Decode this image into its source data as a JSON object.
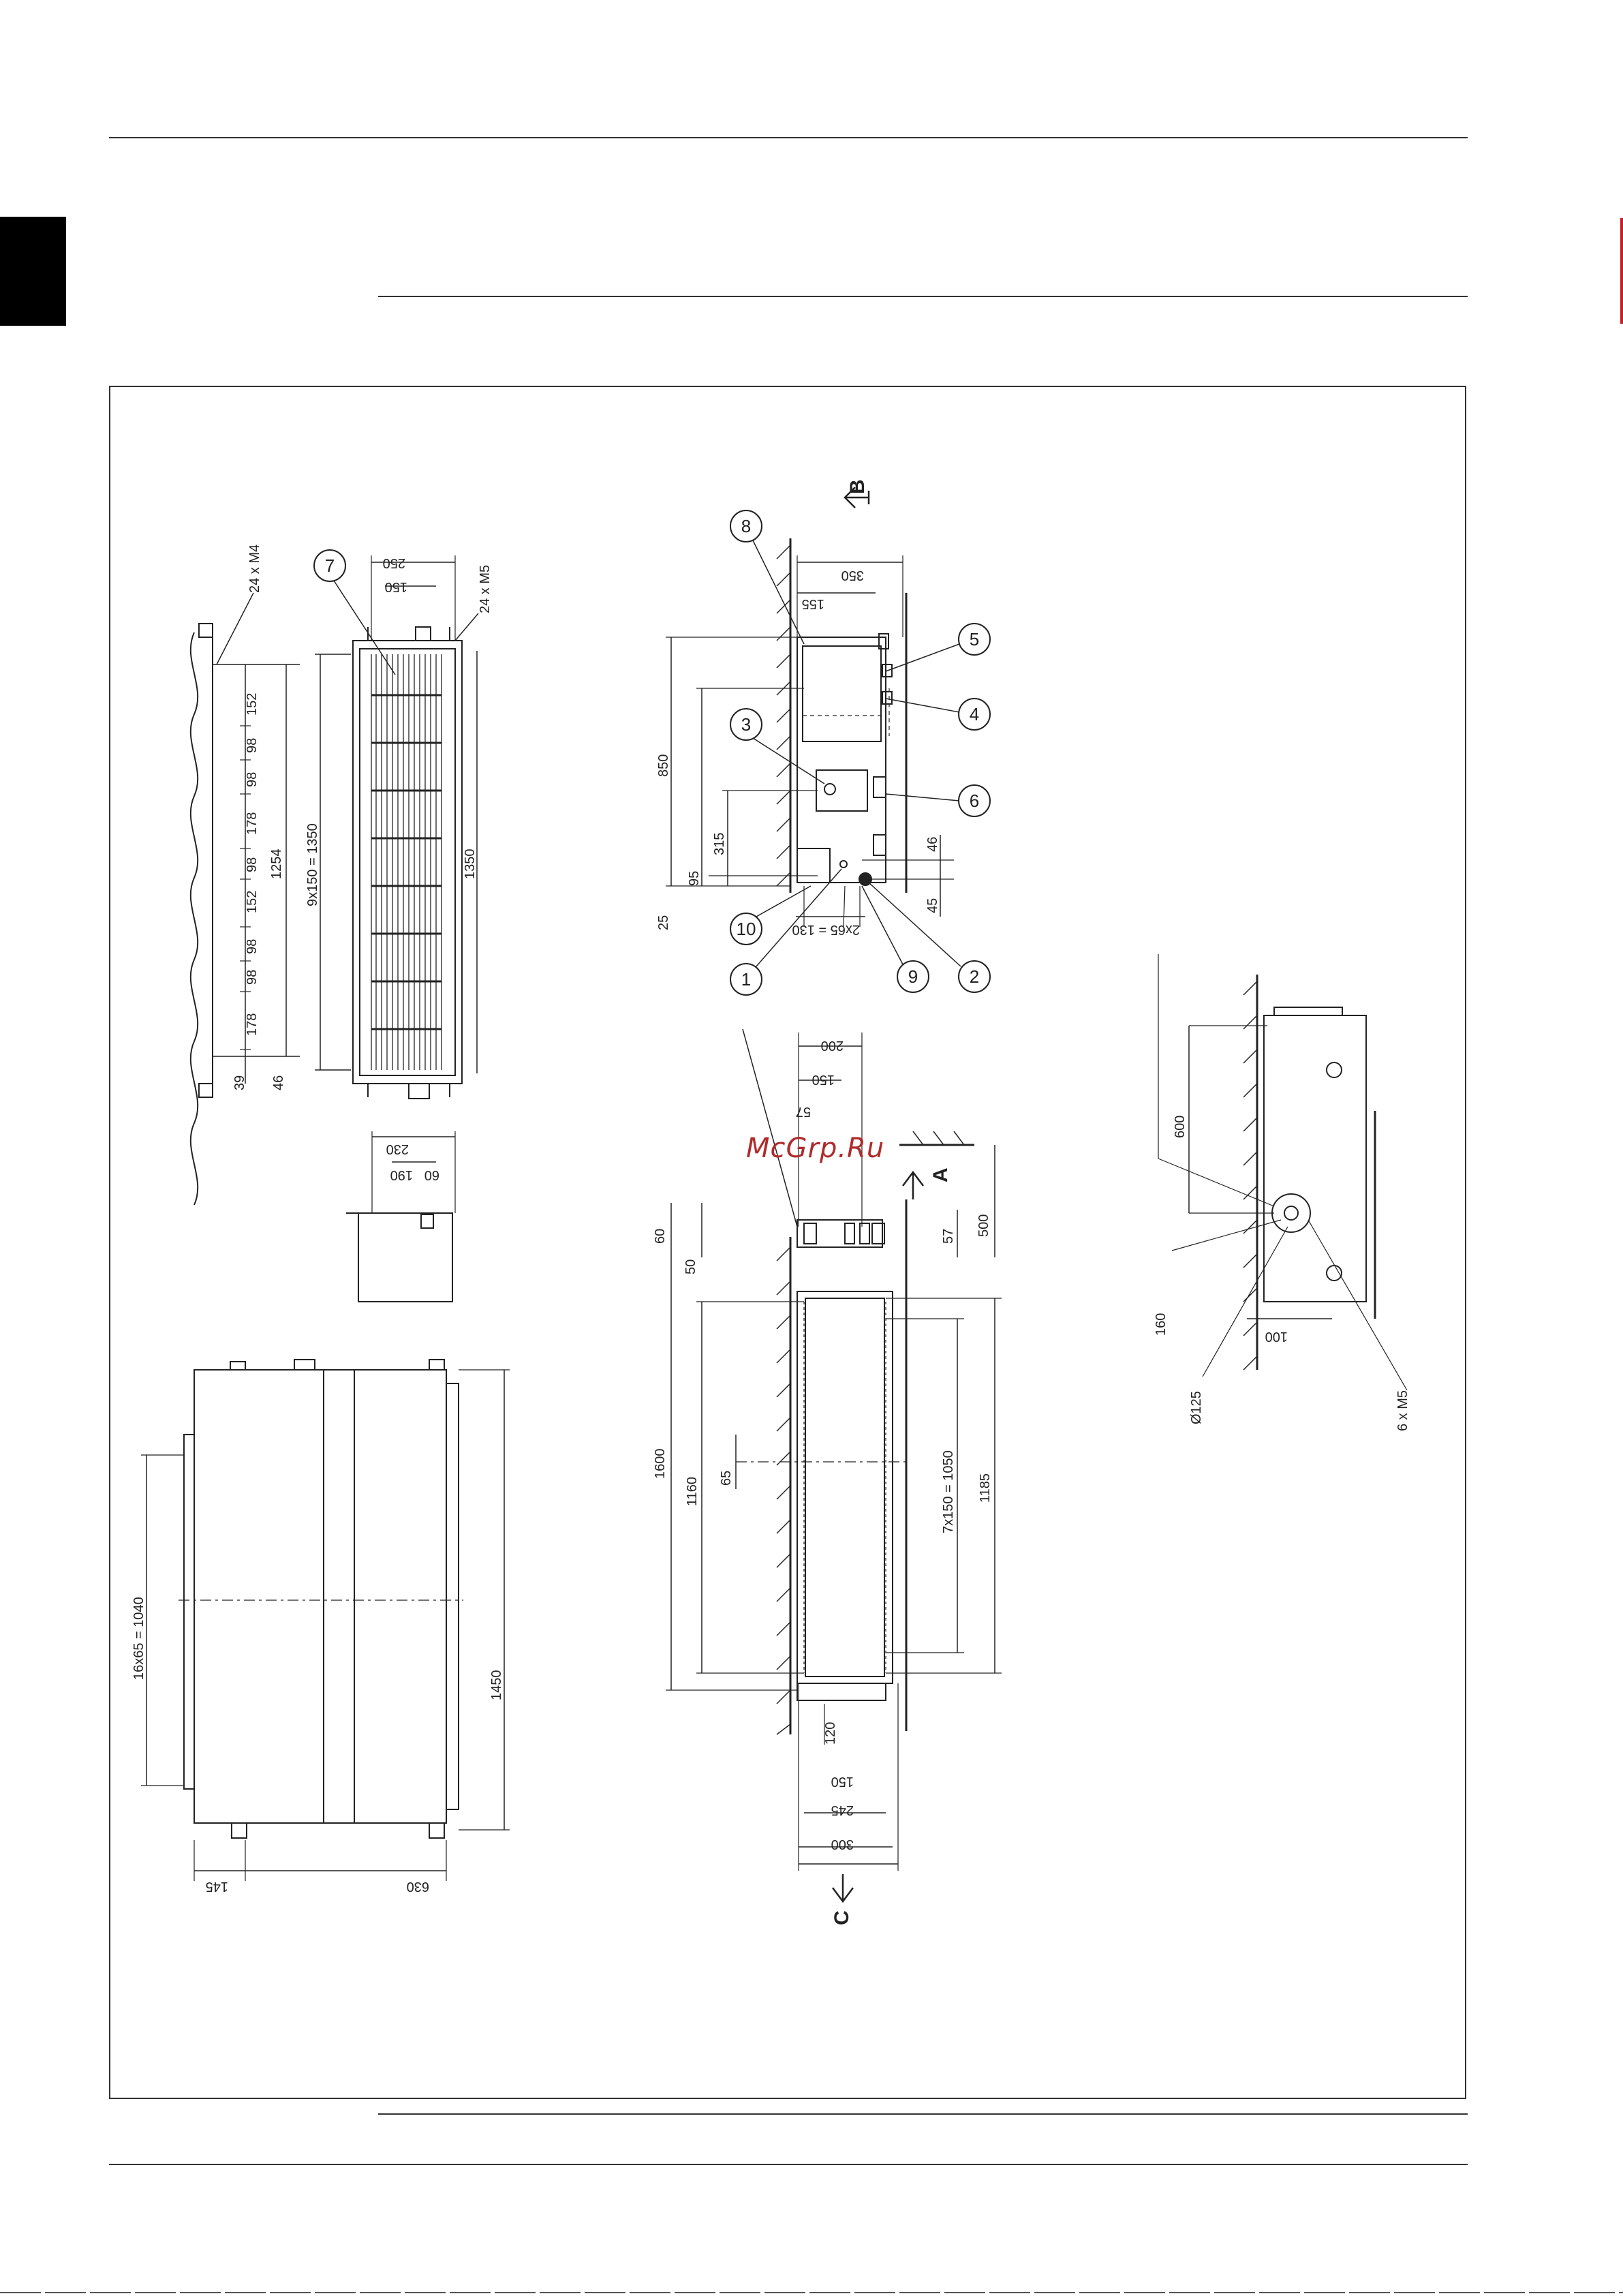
{
  "page": {
    "watermark": "McGrp.Ru"
  },
  "callouts": [
    "1",
    "2",
    "3",
    "4",
    "5",
    "6",
    "7",
    "8",
    "9",
    "10"
  ],
  "direction_labels": {
    "a": "A",
    "b": "B",
    "c": "C"
  },
  "dimensions": {
    "top_left_view": [
      "24 x M4",
      "24 x M5",
      "250",
      "150",
      "152",
      "98",
      "98",
      "178",
      "98",
      "152",
      "98",
      "98",
      "178",
      "39",
      "46",
      "1254",
      "9x150 = 1350",
      "1350"
    ],
    "small_section": [
      "230",
      "190",
      "60"
    ],
    "bottom_left_view": [
      "16x65 = 1040",
      "1450",
      "145",
      "630"
    ],
    "side_view": [
      "350",
      "155",
      "850",
      "315",
      "95",
      "25",
      "46",
      "45",
      "2x65 = 130"
    ],
    "front_view": [
      "200",
      "150",
      "57",
      "60",
      "50",
      "500",
      "57",
      "1600",
      "1160",
      "65",
      "7x150 = 1050",
      "1185",
      "120",
      "150",
      "245",
      "300"
    ],
    "duct_view": [
      "600",
      "160",
      "100",
      "Ø125",
      "6 x M5"
    ]
  }
}
